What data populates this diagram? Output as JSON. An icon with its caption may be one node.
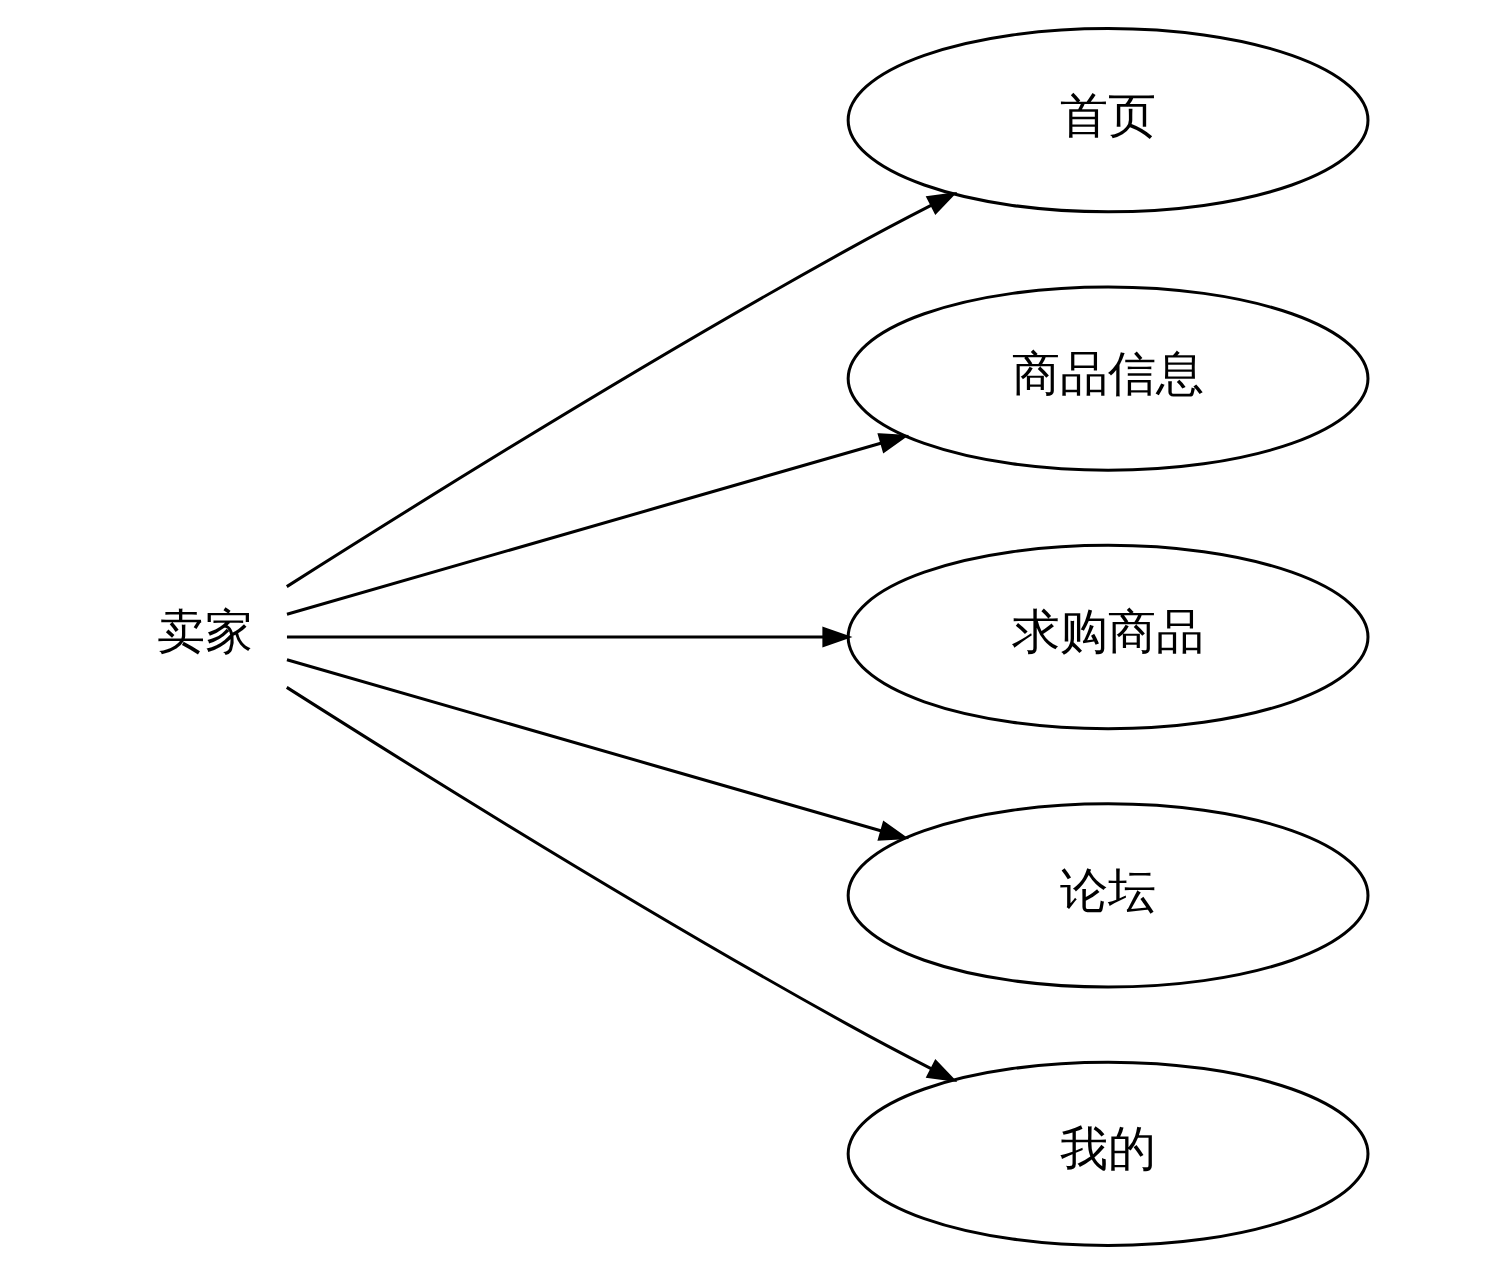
{
  "diagram": {
    "nodes": [
      {
        "text": [
          "卖家"
        ]
      },
      {
        "text": [
          "首页"
        ]
      },
      {
        "text": [
          "商品信息"
        ]
      },
      {
        "text": [
          "求购商品"
        ]
      },
      {
        "text": [
          "论坛"
        ]
      },
      {
        "text": [
          "我的"
        ]
      }
    ],
    "edges": [
      {
        "from": 0,
        "to": 1,
        "arrow": "to"
      },
      {
        "from": 0,
        "to": 2,
        "arrow": "to"
      },
      {
        "from": 0,
        "to": 3,
        "arrow": "to"
      },
      {
        "from": 0,
        "to": 4,
        "arrow": "to"
      },
      {
        "from": 0,
        "to": 5,
        "arrow": "to"
      }
    ]
  }
}
